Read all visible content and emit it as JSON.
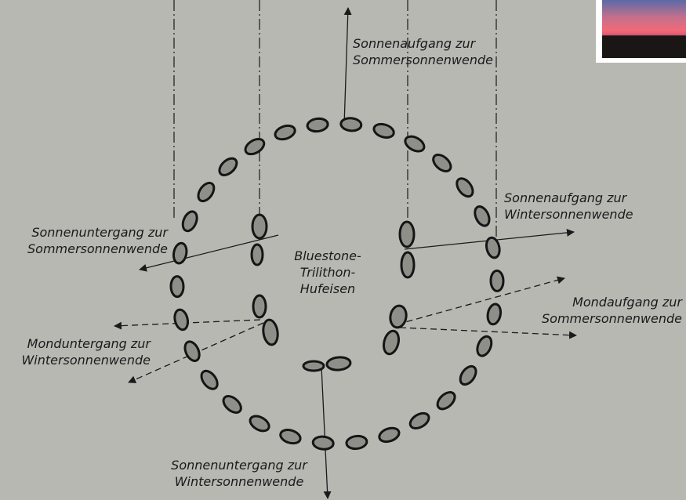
{
  "labels": {
    "summer_sunrise": [
      "Sonnenaufgang zur",
      "Sommersonnenwende"
    ],
    "winter_sunrise": [
      "Sonnenaufgang zur",
      "Wintersonnenwende"
    ],
    "summer_sunset": [
      "Sonnenuntergang zur",
      "Sommersonnenwende"
    ],
    "horseshoe": [
      "Bluestone-",
      "Trilithon-",
      "Hufeisen"
    ],
    "moonset": [
      "Monduntergang zur",
      "Wintersonnenwende"
    ],
    "moonrise": [
      "Mondaufgang zur",
      "Sommersonnenwende"
    ],
    "winter_sunset": [
      "Sonnenuntergang zur",
      "Wintersonnenwende"
    ]
  },
  "colors": {
    "background": "#b8b8b3",
    "line": "#1a1a1a",
    "stone_fill": "#8f8f8a",
    "stone_outline": "#151515"
  }
}
